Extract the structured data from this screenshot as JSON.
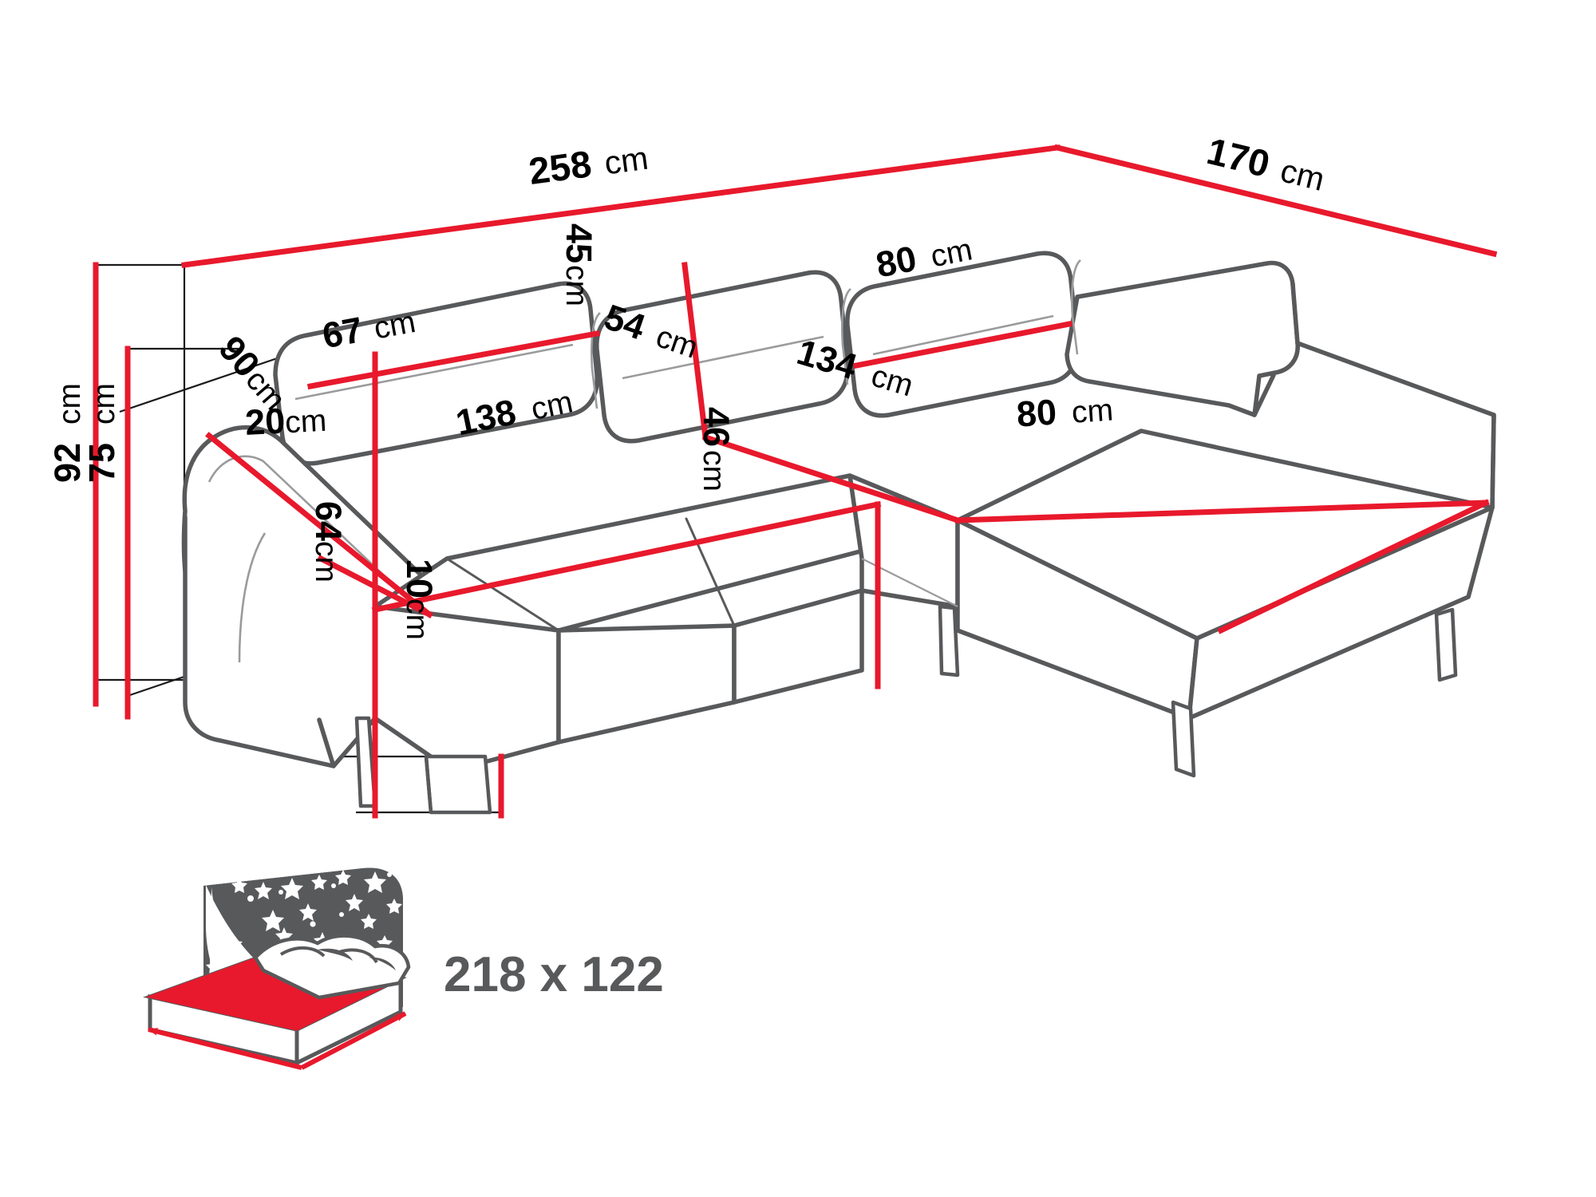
{
  "diagram": {
    "type": "corner-sofa-bed-dimension-drawing",
    "units": "cm",
    "colors": {
      "dimension_line": "#e8192c",
      "outline_dark": "#58595b",
      "outline_light": "#8d8e90",
      "hairline": "#1a1a1a",
      "label_text": "#000000",
      "bed_icon_gray": "#58595b",
      "bed_icon_red": "#e8192c",
      "background": "#ffffff"
    }
  },
  "dimensions": {
    "overall_width": {
      "value": "258",
      "unit": "cm",
      "name": "overall-width"
    },
    "chaise_depth": {
      "value": "170",
      "unit": "cm",
      "name": "chaise-depth"
    },
    "backrest_width": {
      "value": "67",
      "unit": "cm",
      "name": "backrest-cushion-width"
    },
    "backrest_height": {
      "value": "45",
      "unit": "cm",
      "name": "backrest-cushion-height"
    },
    "right_backrest_width": {
      "value": "80",
      "unit": "cm",
      "name": "right-backrest-width"
    },
    "seat_depth": {
      "value": "54",
      "unit": "cm",
      "name": "seat-depth"
    },
    "armrest_length": {
      "value": "90",
      "unit": "cm",
      "name": "armrest-length"
    },
    "armrest_width": {
      "value": "20",
      "unit": "cm",
      "name": "armrest-width"
    },
    "seat_width": {
      "value": "138",
      "unit": "cm",
      "name": "seat-width"
    },
    "seat_height": {
      "value": "46",
      "unit": "cm",
      "name": "seat-height"
    },
    "chaise_length": {
      "value": "134",
      "unit": "cm",
      "name": "chaise-length"
    },
    "chaise_width": {
      "value": "80",
      "unit": "cm",
      "name": "chaise-width"
    },
    "total_height": {
      "value": "92",
      "unit": "cm",
      "name": "total-height"
    },
    "back_height": {
      "value": "75",
      "unit": "cm",
      "name": "back-height"
    },
    "armrest_height": {
      "value": "64",
      "unit": "cm",
      "name": "armrest-height"
    },
    "leg_height": {
      "value": "10",
      "unit": "cm",
      "name": "leg-height"
    }
  },
  "sleeping_area": {
    "label": "218 x 122",
    "width": "218",
    "length": "122",
    "separator": "x",
    "icon": "bed-with-starry-night-icon"
  }
}
